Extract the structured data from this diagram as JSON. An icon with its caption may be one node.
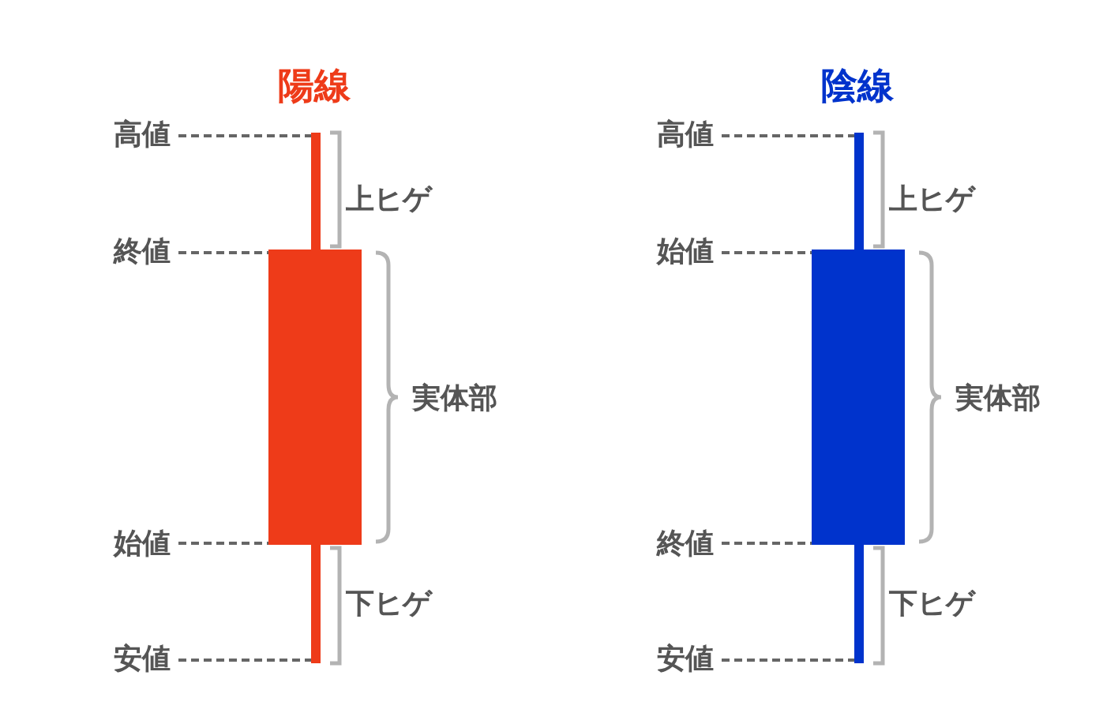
{
  "diagram": {
    "nodes": [
      {
        "text": [
          "高値"
        ]
      },
      {
        "text": [
          "終値"
        ]
      },
      {
        "text": [
          "始値"
        ]
      },
      {
        "text": [
          "安値"
        ]
      },
      {
        "text": [],
        "shape": "bar"
      },
      {
        "text": [],
        "shape": "box"
      },
      {
        "text": [],
        "shape": "bar"
      },
      {
        "text": [
          "高値"
        ]
      },
      {
        "text": [
          "始値"
        ]
      },
      {
        "text": [
          "終値"
        ]
      },
      {
        "text": [
          "安値"
        ]
      },
      {
        "text": [],
        "shape": "bar"
      },
      {
        "text": [],
        "shape": "box"
      },
      {
        "text": [],
        "shape": "bar"
      }
    ],
    "edges": [
      {
        "from": 0,
        "to": 4,
        "arrow": "none",
        "style": "dashed"
      },
      {
        "from": 1,
        "to": 5,
        "arrow": "none",
        "style": "dashed"
      },
      {
        "from": 2,
        "to": 5,
        "arrow": "none",
        "style": "dashed"
      },
      {
        "from": 3,
        "to": 6,
        "arrow": "none",
        "style": "dashed"
      },
      {
        "from": 7,
        "to": 11,
        "arrow": "none",
        "style": "dashed"
      },
      {
        "from": 8,
        "to": 12,
        "arrow": "none",
        "style": "dashed"
      },
      {
        "from": 9,
        "to": 12,
        "arrow": "none",
        "style": "dashed"
      },
      {
        "from": 10,
        "to": 13,
        "arrow": "none",
        "style": "dashed"
      }
    ],
    "labels": [
      "陽線",
      "上ヒゲ",
      "実体部",
      "下ヒゲ",
      "陰線",
      "上ヒゲ",
      "実体部",
      "下ヒゲ"
    ]
  }
}
